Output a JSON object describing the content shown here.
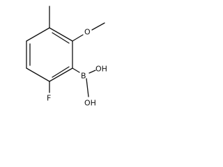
{
  "molecule": {
    "atoms": {
      "fluorine": "F",
      "boron": "B",
      "hydroxyl_upper": "OH",
      "hydroxyl_lower": "OH",
      "methoxy_oxygen": "O"
    }
  }
}
